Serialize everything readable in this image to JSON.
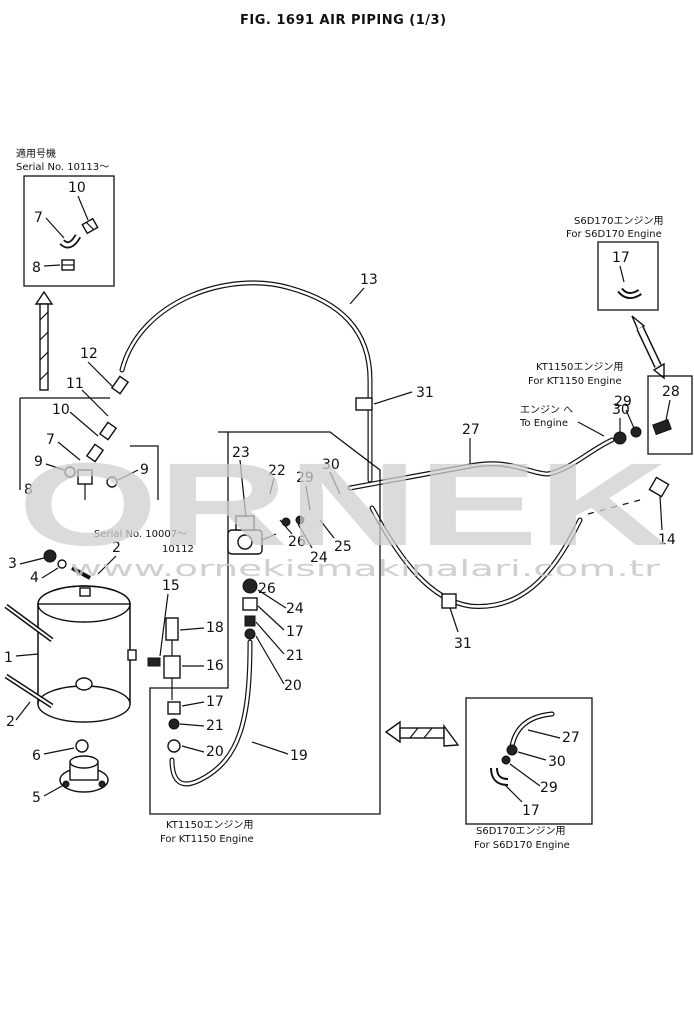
{
  "figure": {
    "title": "FIG. 1691   AIR PIPING (1/3)"
  },
  "watermark": {
    "brand": "ORNEK",
    "url": "www.ornekismakinalari.com.tr"
  },
  "notes": {
    "top_left_jp": "適用号機",
    "top_left_serial": "Serial No. 10113～",
    "mid_left_serial": "Serial No. 10007～",
    "mid_left_serial_end": "10112",
    "top_right_jp": "S6D170エンジン用",
    "top_right_en": "For S6D170 Engine",
    "mid_right_jp": "KT1150エンジン用",
    "mid_right_en": "For KT1150 Engine",
    "to_engine_jp": "エンジン へ",
    "to_engine_en": "To Engine",
    "bottom_center_jp": "KT1150エンジン用",
    "bottom_center_en": "For KT1150 Engine",
    "bottom_right_jp": "S6D170エンジン用",
    "bottom_right_en": "For S6D170 Engine"
  },
  "callouts": {
    "c1": "1",
    "c2a": "2",
    "c2b": "2",
    "c3": "3",
    "c4": "4",
    "c5": "5",
    "c6": "6",
    "c7a": "7",
    "c7b": "7",
    "c8a": "8",
    "c8b": "8",
    "c9a": "9",
    "c9b": "9",
    "c10a": "10",
    "c10b": "10",
    "c11": "11",
    "c12": "12",
    "c13": "13",
    "c14": "14",
    "c15": "15",
    "c16": "16",
    "c17a": "17",
    "c17b": "17",
    "c17c": "17",
    "c17d": "17",
    "c18": "18",
    "c19": "19",
    "c20a": "20",
    "c20b": "20",
    "c21a": "21",
    "c21b": "21",
    "c22": "22",
    "c23": "23",
    "c24a": "24",
    "c24b": "24",
    "c25": "25",
    "c26a": "26",
    "c26b": "26",
    "c27a": "27",
    "c27b": "27",
    "c28": "28",
    "c29a": "29",
    "c29b": "29",
    "c29c": "29",
    "c30a": "30",
    "c30b": "30",
    "c30c": "30",
    "c31a": "31",
    "c31b": "31"
  }
}
